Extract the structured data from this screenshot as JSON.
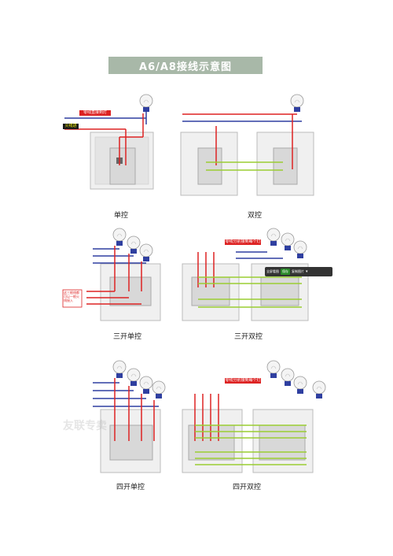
{
  "title": "A6/A8接线示意图",
  "labels": {
    "neutral_direct": "零线直接到灯",
    "live_in": "火线进",
    "neutral_split_1": "零线分别接到每个灯",
    "neutral_split_2": "零线分别接到每个灯",
    "fire_note": "这三根线都可以一根火线接入"
  },
  "captions": {
    "single": "单控",
    "double": "双控",
    "three_single": "三开单控",
    "three_double": "三开双控",
    "four_single": "四开单控",
    "four_double": "四开双控"
  },
  "popup": {
    "item1": "全屏看图",
    "item2": "保存",
    "item3": "复制图片"
  },
  "watermark": "友联专卖"
}
